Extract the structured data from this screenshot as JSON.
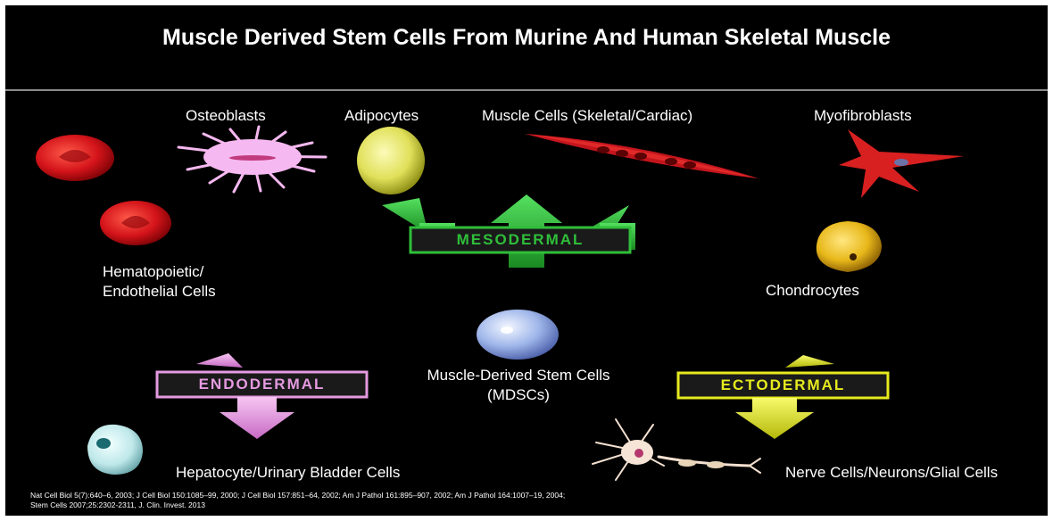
{
  "title": "Muscle Derived Stem Cells From Murine And Human Skeletal Muscle",
  "labels": {
    "osteoblasts": "Osteoblasts",
    "adipocytes": "Adipocytes",
    "muscle_cells": "Muscle Cells (Skeletal/Cardiac)",
    "myofibroblasts": "Myofibroblasts",
    "hematopoietic_line1": "Hematopoietic/",
    "hematopoietic_line2": "Endothelial Cells",
    "chondrocytes": "Chondrocytes",
    "mdsc_line1": "Muscle-Derived Stem Cells",
    "mdsc_line2": "(MDSCs)",
    "hepatocyte": "Hepatocyte/Urinary Bladder Cells",
    "nerve": "Nerve Cells/Neurons/Glial Cells"
  },
  "lineages": {
    "mesodermal": "MESODERMAL",
    "endodermal": "ENDODERMAL",
    "ectodermal": "ECTODERMAL"
  },
  "citation": {
    "line1": "Nat Cell Biol 5(7):640–6, 2003; J Cell Biol 150:1085–99, 2000; J Cell Biol 157:851–64, 2002; Am J Pathol 161:895–907, 2002; Am J Pathol 164:1007–19, 2004;",
    "line2": "Stem Cells 2007;25:2302-2311, J. Clin. Invest. 2013"
  },
  "colors": {
    "background": "#000000",
    "divider": "#8a8a8a",
    "mesodermal_arrow": "#2fbf3a",
    "endodermal_arrow": "#e49ae0",
    "ectodermal_arrow": "#e6ea1e",
    "red_cell": "#d4141a",
    "osteoblast": "#f6b8f0",
    "adipocyte": "#e8e86a",
    "chondrocyte": "#e8b81a",
    "mdsc": "#9fb6ea",
    "hepatocyte": "#bfe8ea"
  }
}
